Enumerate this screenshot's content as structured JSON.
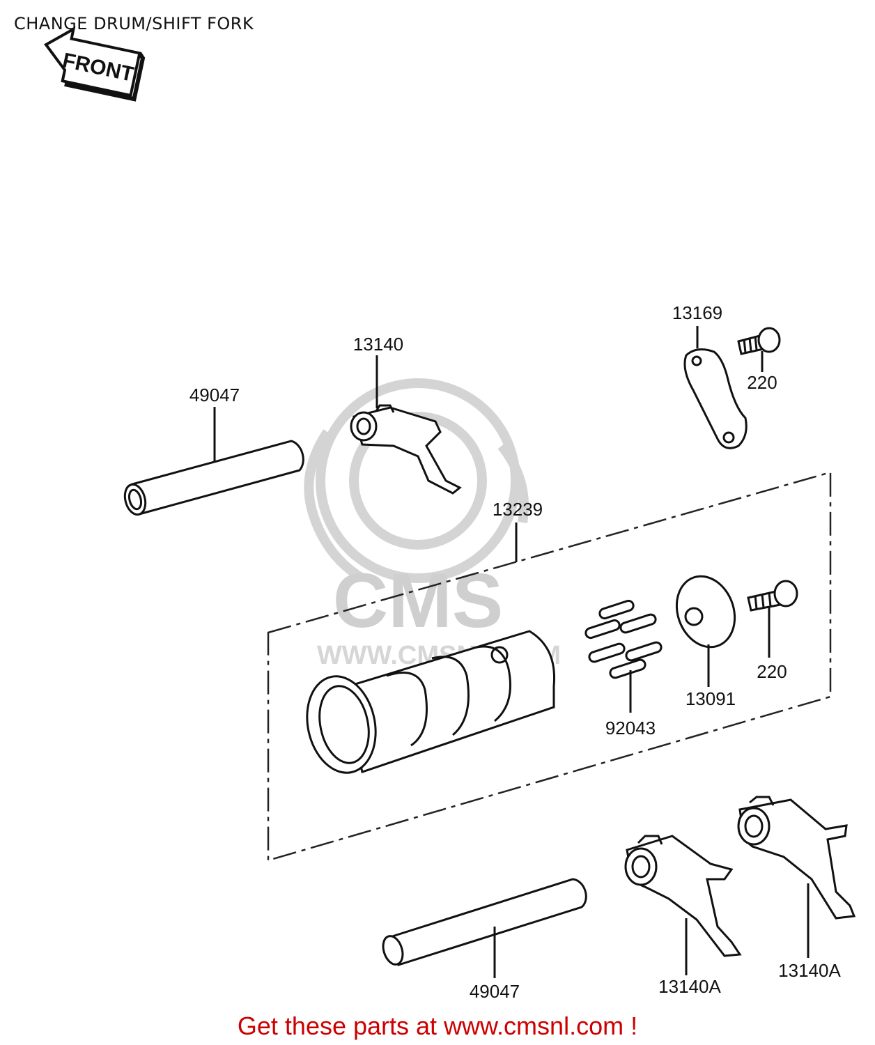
{
  "header": {
    "title": "CHANGE DRUM/SHIFT FORK",
    "direction_label": "FRONT"
  },
  "watermark": {
    "logo_text": "CMS",
    "url_text": "WWW.CMSNL.COM"
  },
  "parts": [
    {
      "key": "shaft_top",
      "number": "49047"
    },
    {
      "key": "fork_top",
      "number": "13140"
    },
    {
      "key": "plate",
      "number": "13169"
    },
    {
      "key": "bolt_top",
      "number": "220"
    },
    {
      "key": "drum_assy",
      "number": "13239"
    },
    {
      "key": "pins",
      "number": "92043"
    },
    {
      "key": "cam_plate",
      "number": "13091"
    },
    {
      "key": "bolt_mid",
      "number": "220"
    },
    {
      "key": "shaft_bottom",
      "number": "49047"
    },
    {
      "key": "fork_a_left",
      "number": "13140A"
    },
    {
      "key": "fork_a_right",
      "number": "13140A"
    }
  ],
  "footer": {
    "text": "Get these parts at www.cmsnl.com !"
  },
  "colors": {
    "line": "#111111",
    "watermark": "#d0d0d0",
    "footer": "#cc0000"
  }
}
